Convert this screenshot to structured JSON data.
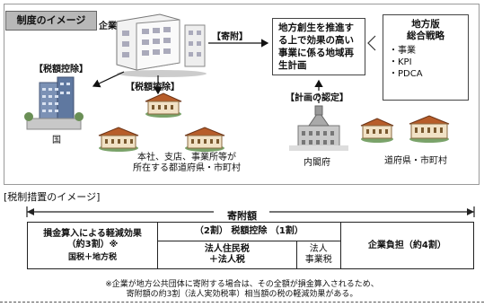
{
  "diagram": {
    "tag": "制度のイメージ",
    "company_label": "企業",
    "kifu_arrow_label": "【寄附】",
    "plan": {
      "lines": [
        "地方創生を推進す",
        "る上で効果の高い",
        "事業に係る地域再",
        "生計画"
      ]
    },
    "strategy": {
      "title_lines": [
        "地方版",
        "総合戦略"
      ],
      "items": [
        "・事業",
        "・KPI",
        "・PDCA"
      ]
    },
    "tax_deduction_left": "【税額控除】",
    "tax_deduction_mid": "【税額控除】",
    "plan_approval": "【計画の認定】",
    "country_label": "国",
    "offices_label_lines": [
      "本社、支店、事業所等が",
      "所在する都道府県・市町村"
    ],
    "cabinet_label": "内閣府",
    "prefectures_label": "道府県・市町村"
  },
  "measure": {
    "section_title": "[税制措置のイメージ]",
    "kifu_gaku": "寄附額",
    "cells": {
      "loss_lines": [
        "損金算入による軽減効果",
        "（約3割）※"
      ],
      "loss_sub": "国税＋地方税",
      "deduction_head": "（2割） 税額控除 （1割）",
      "local_lines": [
        "法人住民税",
        "＋法人税"
      ],
      "biz_lines": [
        "法人",
        "事業税"
      ],
      "burden": "企業負担（約4割）"
    },
    "note_lines": [
      "※企業が地方公共団体に寄附する場合は、その全額が損金算入されるため、",
      "寄附額の約3割（法人実効税率）相当額の税の軽減効果がある。"
    ]
  }
}
